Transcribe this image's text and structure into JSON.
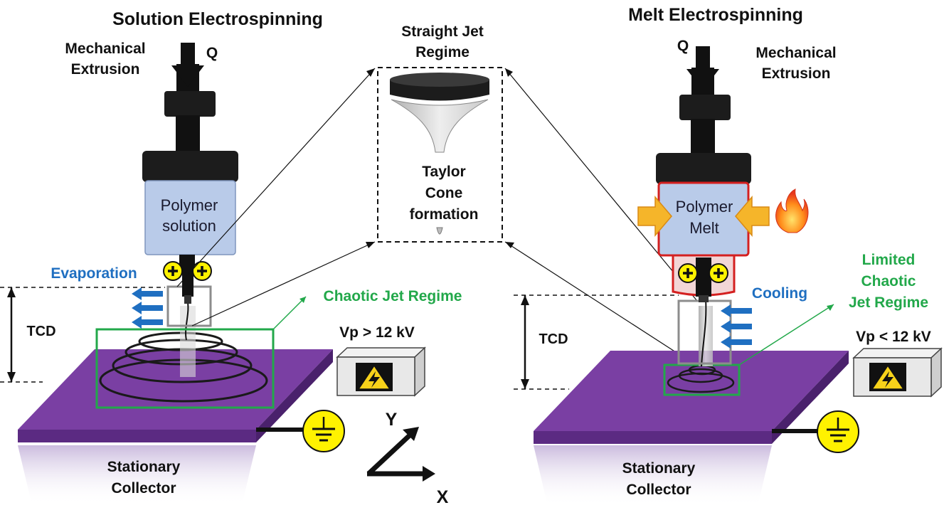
{
  "left": {
    "title": "Solution Electrospinning",
    "extrusion_line1": "Mechanical",
    "extrusion_line2": "Extrusion",
    "flow_label": "Q",
    "reservoir_line1": "Polymer",
    "reservoir_line2": "solution",
    "charge_symbol": "+",
    "process_label": "Evaporation",
    "distance_label": "TCD",
    "regime_label": "Chaotic Jet Regime",
    "voltage_label": "Vp > 12 kV",
    "collector_line1": "Stationary",
    "collector_line2": "Collector"
  },
  "center": {
    "title_line1": "Straight Jet",
    "title_line2": "Regime",
    "cone_line1": "Taylor",
    "cone_line2": "Cone",
    "cone_line3": "formation"
  },
  "axes": {
    "y_label": "Y",
    "x_label": "X"
  },
  "right": {
    "title": "Melt Electrospinning",
    "extrusion_line1": "Mechanical",
    "extrusion_line2": "Extrusion",
    "flow_label": "Q",
    "reservoir_line1": "Polymer",
    "reservoir_line2": "Melt",
    "charge_symbol": "+",
    "process_label": "Cooling",
    "distance_label": "TCD",
    "regime_line1": "Limited",
    "regime_line2": "Chaotic",
    "regime_line3": "Jet Regime",
    "voltage_label": "Vp < 12 kV",
    "collector_line1": "Stationary",
    "collector_line2": "Collector"
  },
  "icons": {
    "high_voltage": "high-voltage-warning-icon",
    "ground": "ground-icon",
    "heat": "fire-icon",
    "flow": "down-arrow-icon"
  },
  "colors": {
    "collector": "#7a3fa3",
    "reservoir": "#b9cbe9",
    "evaporation_text": "#1f6fc1",
    "regime_text": "#22a84a",
    "charge": "#fff200",
    "heater_outline": "#d42020",
    "heat_arrow": "#f5b52a"
  }
}
